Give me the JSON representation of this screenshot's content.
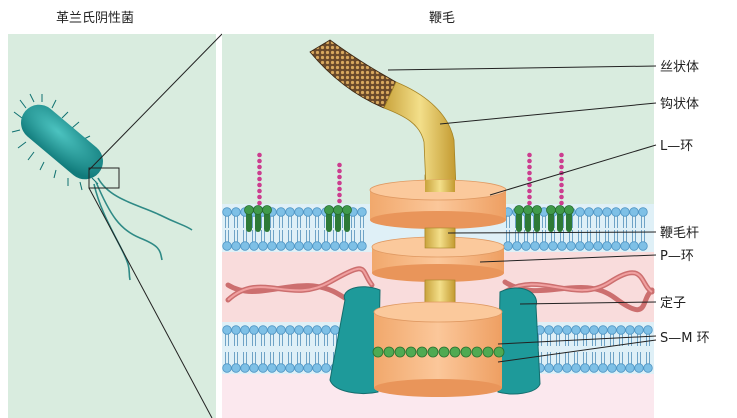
{
  "titles": {
    "left": "革兰氏阴性菌",
    "right": "鞭毛"
  },
  "labels": {
    "filament": "丝状体",
    "hook": "钩状体",
    "l_ring": "L—环",
    "rod": "鞭毛杆",
    "p_ring": "P—环",
    "stator": "定子",
    "sm_ring": "S—M 环"
  },
  "colors": {
    "panel_bg": "#d9ecdf",
    "bacterium": "#1e9c9a",
    "membrane_head": "#7ec0e6",
    "ring": "#f6b985",
    "hook": "#ead27a",
    "stator": "#1e9a9a",
    "periplasm": "#f9dcdc",
    "glycan": "#cc3d8f",
    "protein": "#3f9a4a"
  }
}
